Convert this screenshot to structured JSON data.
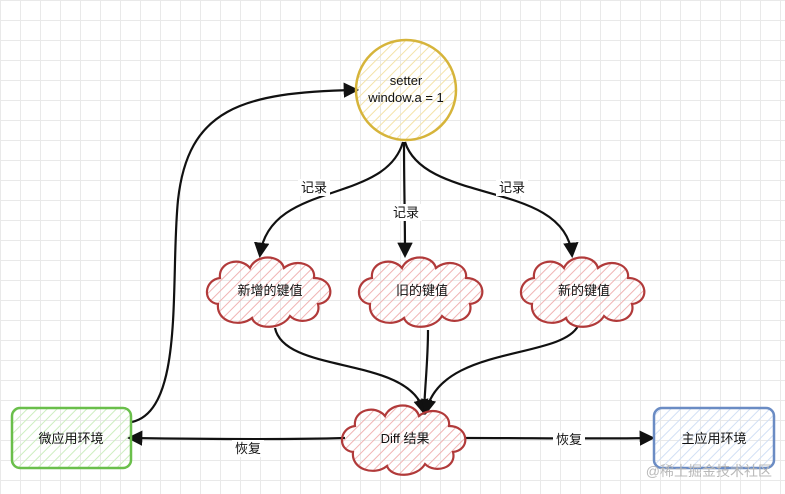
{
  "nodes": {
    "setter": {
      "line1": "setter",
      "line2": "window.a = 1"
    },
    "new_keys": "新增的键值",
    "old_keys": "旧的键值",
    "new_values": "新的键值",
    "diff": "Diff 结果",
    "micro_env": "微应用环境",
    "main_env": "主应用环境"
  },
  "edges": {
    "record": "记录",
    "restore": "恢复"
  },
  "watermark": "@稀土掘金技术社区",
  "colors": {
    "setter_stroke": "#d6b43a",
    "cloud_stroke": "#b13a3a",
    "cloud_hatch": "#f0b4b4",
    "micro_stroke": "#6abf4b",
    "main_stroke": "#6b8cc4"
  }
}
